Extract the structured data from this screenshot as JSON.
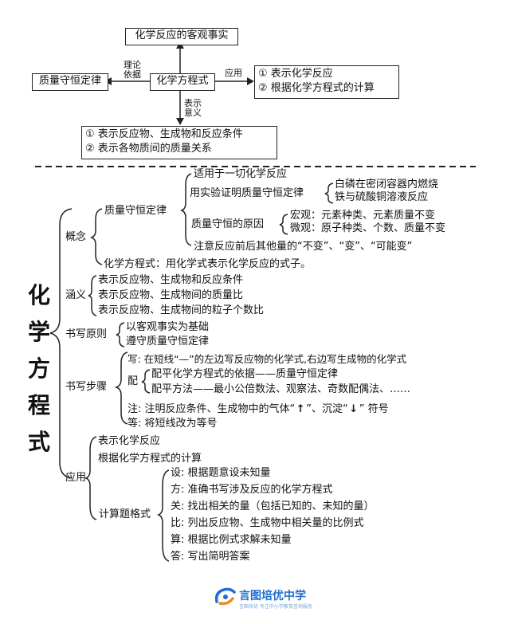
{
  "top": {
    "center": "化学方程式",
    "up_box": "化学反应的客观事实",
    "left_box": "质量守恒定律",
    "left_label": [
      "理论",
      "依据"
    ],
    "right_label": "应用",
    "right_box": [
      "① 表示化学反应",
      "② 根据化学方程式的计算"
    ],
    "down_label": [
      "表示",
      "意义"
    ],
    "down_box": [
      "① 表示反应物、生成物和反应条件",
      "② 表示各物质间的质量关系"
    ]
  },
  "main": {
    "title": [
      "化",
      "学",
      "方",
      "程",
      "式"
    ],
    "concept": {
      "label": "概念",
      "law": "质量守恒定律",
      "law_items": {
        "apply": "适用于一切化学反应",
        "experiment": "用实验证明质量守恒定律",
        "experiments": [
          "白磷在密闭容器内燃烧",
          "铁与硫酸铜溶液反应"
        ],
        "reason": "质量守恒的原因",
        "macro": "宏观：元素种类、元素质量不变",
        "micro": "微观：原子种类、个数、质量不变",
        "note": "注意反应前后其他量的“不变”、“变”、“可能变”"
      },
      "equation": "化学方程式：用化学式表示化学反应的式子。"
    },
    "meaning": {
      "label": "涵义",
      "items": [
        "表示反应物、生成物和反应条件",
        "表示反应物、生成物间的质量比",
        "表示反应物、生成物间的粒子个数比"
      ]
    },
    "principle": {
      "label": "书写原则",
      "items": [
        "以客观事实为基础",
        "遵守质量守恒定律"
      ]
    },
    "steps": {
      "label": "书写步骤",
      "write": "写: 在短线“—”的左边写反应物的化学式,右边写生成物的化学式",
      "balance": "配",
      "balance_items": [
        "配平化学方程式的依据——质量守恒定律",
        "配平方法——最小公倍数法、观察法、奇数配偶法、……"
      ],
      "note_pre": "注: 注明反应条件、生成物中的气体“",
      "note_mid": "”、沉淀“",
      "note_post": "” 符号",
      "equal": "等:  将短线改为等号"
    },
    "application": {
      "label": "应用",
      "items": [
        "表示化学反应",
        "根据化学方程式的计算"
      ],
      "calc_label": "计算题格式",
      "calc_items": [
        "设:  根据题意设未知量",
        "方:  准确书写涉及反应的化学方程式",
        "关:  找出相关的量（包括已知的、未知的量）",
        "比:  列出反应物、生成物中相关量的比例式",
        "算:  根据比例式求解未知量",
        "答:  写出简明答案"
      ]
    }
  },
  "logo": {
    "name": "言图培优中学",
    "sub": "言图培优·专注中小学教育咨询服务"
  }
}
